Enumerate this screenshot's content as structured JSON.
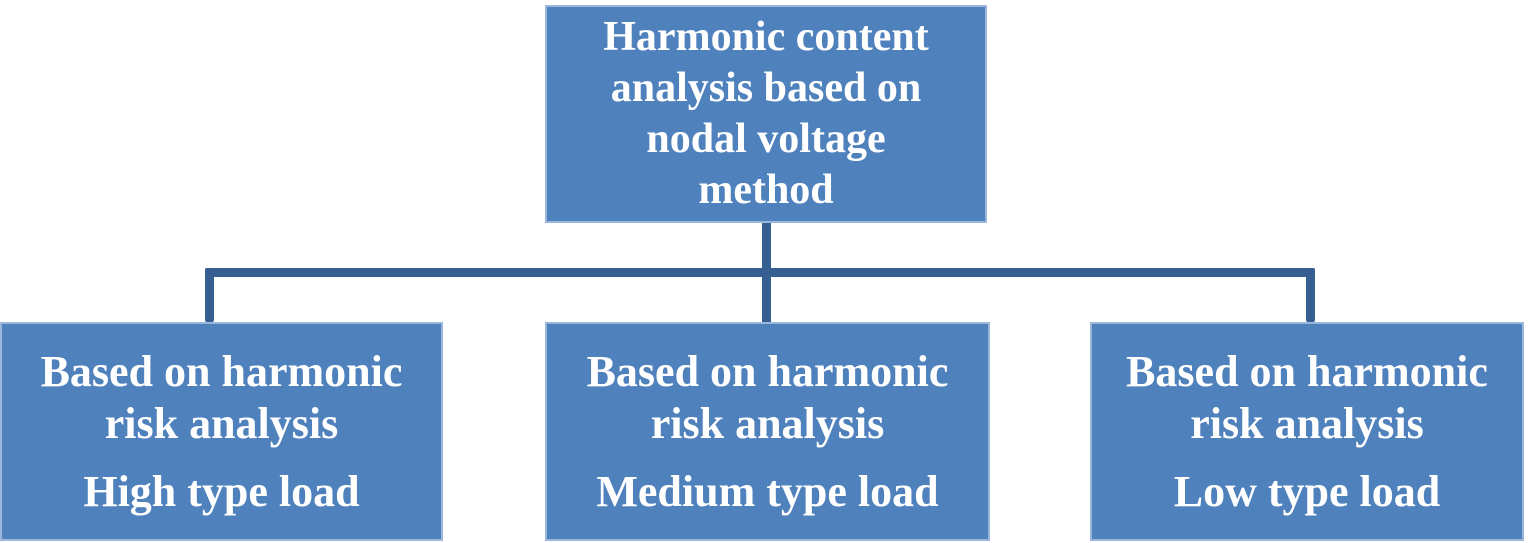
{
  "diagram": {
    "title": "Harmonic content analysis method hierarchy",
    "colors": {
      "box_fill": "#4f81bd",
      "box_border": "#9ab7db",
      "connector": "#376092",
      "text": "#ffffff",
      "background": "#ffffff"
    },
    "root": {
      "label": "Harmonic content analysis based on nodal voltage method",
      "lines": [
        "Harmonic content",
        "analysis based on",
        "nodal voltage",
        "method"
      ]
    },
    "children": [
      {
        "label": "Based on harmonic risk analysis — High type load",
        "title_lines": [
          "Based on harmonic",
          "risk analysis"
        ],
        "load_line": "High type load"
      },
      {
        "label": "Based on harmonic risk analysis — Medium type load",
        "title_lines": [
          "Based on harmonic",
          "risk analysis"
        ],
        "load_line": "Medium type load"
      },
      {
        "label": "Based on harmonic risk analysis — Low type load",
        "title_lines": [
          "Based on harmonic",
          "risk analysis"
        ],
        "load_line": "Low type load"
      }
    ]
  }
}
